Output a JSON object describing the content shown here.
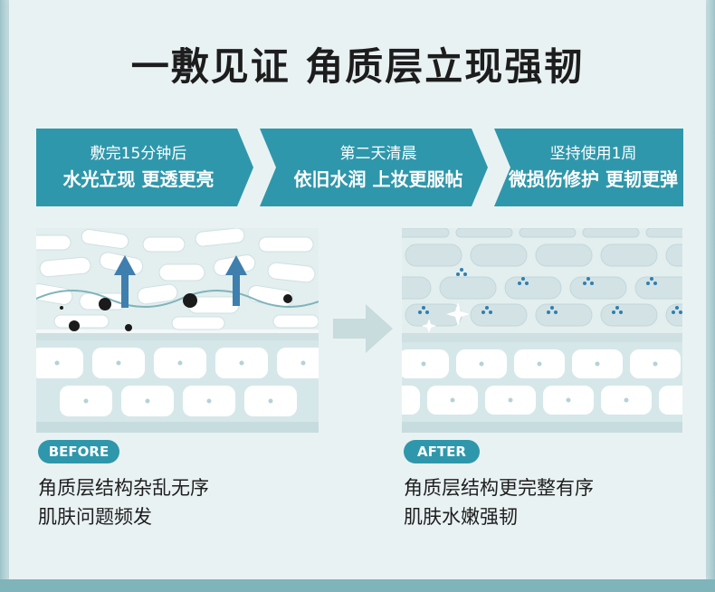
{
  "title": "一敷见证 角质层立现强韧",
  "steps": [
    {
      "line1": "敷完15分钟后",
      "line2": "水光立现 更透更亮"
    },
    {
      "line1": "第二天清晨",
      "line2": "依旧水润 上妆更服帖"
    },
    {
      "line1": "坚持使用1周",
      "line2": "微损伤修护 更韧更弹"
    }
  ],
  "before": {
    "badge": "BEFORE",
    "line1": "角质层结构杂乱无序",
    "line2": "肌肤问题频发"
  },
  "after": {
    "badge": "AFTER",
    "line1": "角质层结构更完整有序",
    "line2": "肌肤水嫩强韧"
  },
  "colors": {
    "accent": "#2f97ab",
    "cell": "#ddeaec",
    "dark_particle": "#1b1b1b"
  }
}
